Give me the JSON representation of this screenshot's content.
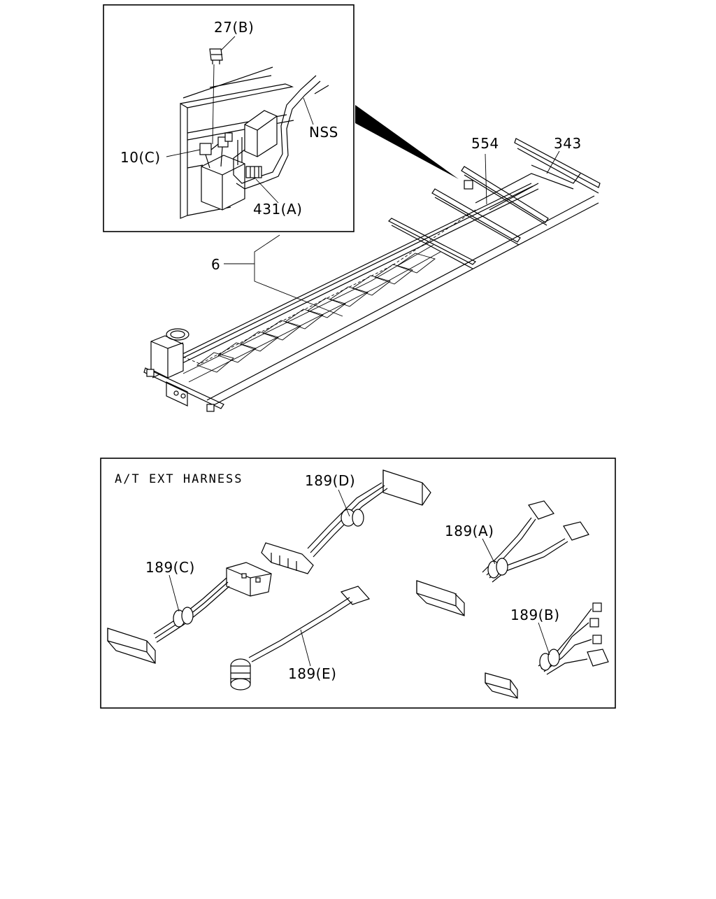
{
  "inset": {
    "labels": {
      "fuse": "27(B)",
      "relay": "10(C)",
      "nss": "NSS",
      "connector": "431(A)"
    }
  },
  "frame": {
    "labels": {
      "harness": "6",
      "part_554": "554",
      "part_343": "343"
    }
  },
  "harness_box": {
    "title": "A/T EXT HARNESS",
    "labels": {
      "a": "189(A)",
      "b": "189(B)",
      "c": "189(C)",
      "d": "189(D)",
      "e": "189(E)"
    }
  },
  "icons": [
    "fuse-icon",
    "relay-icon",
    "frame-chassis",
    "connector-plug-icon",
    "sensor-icon"
  ]
}
